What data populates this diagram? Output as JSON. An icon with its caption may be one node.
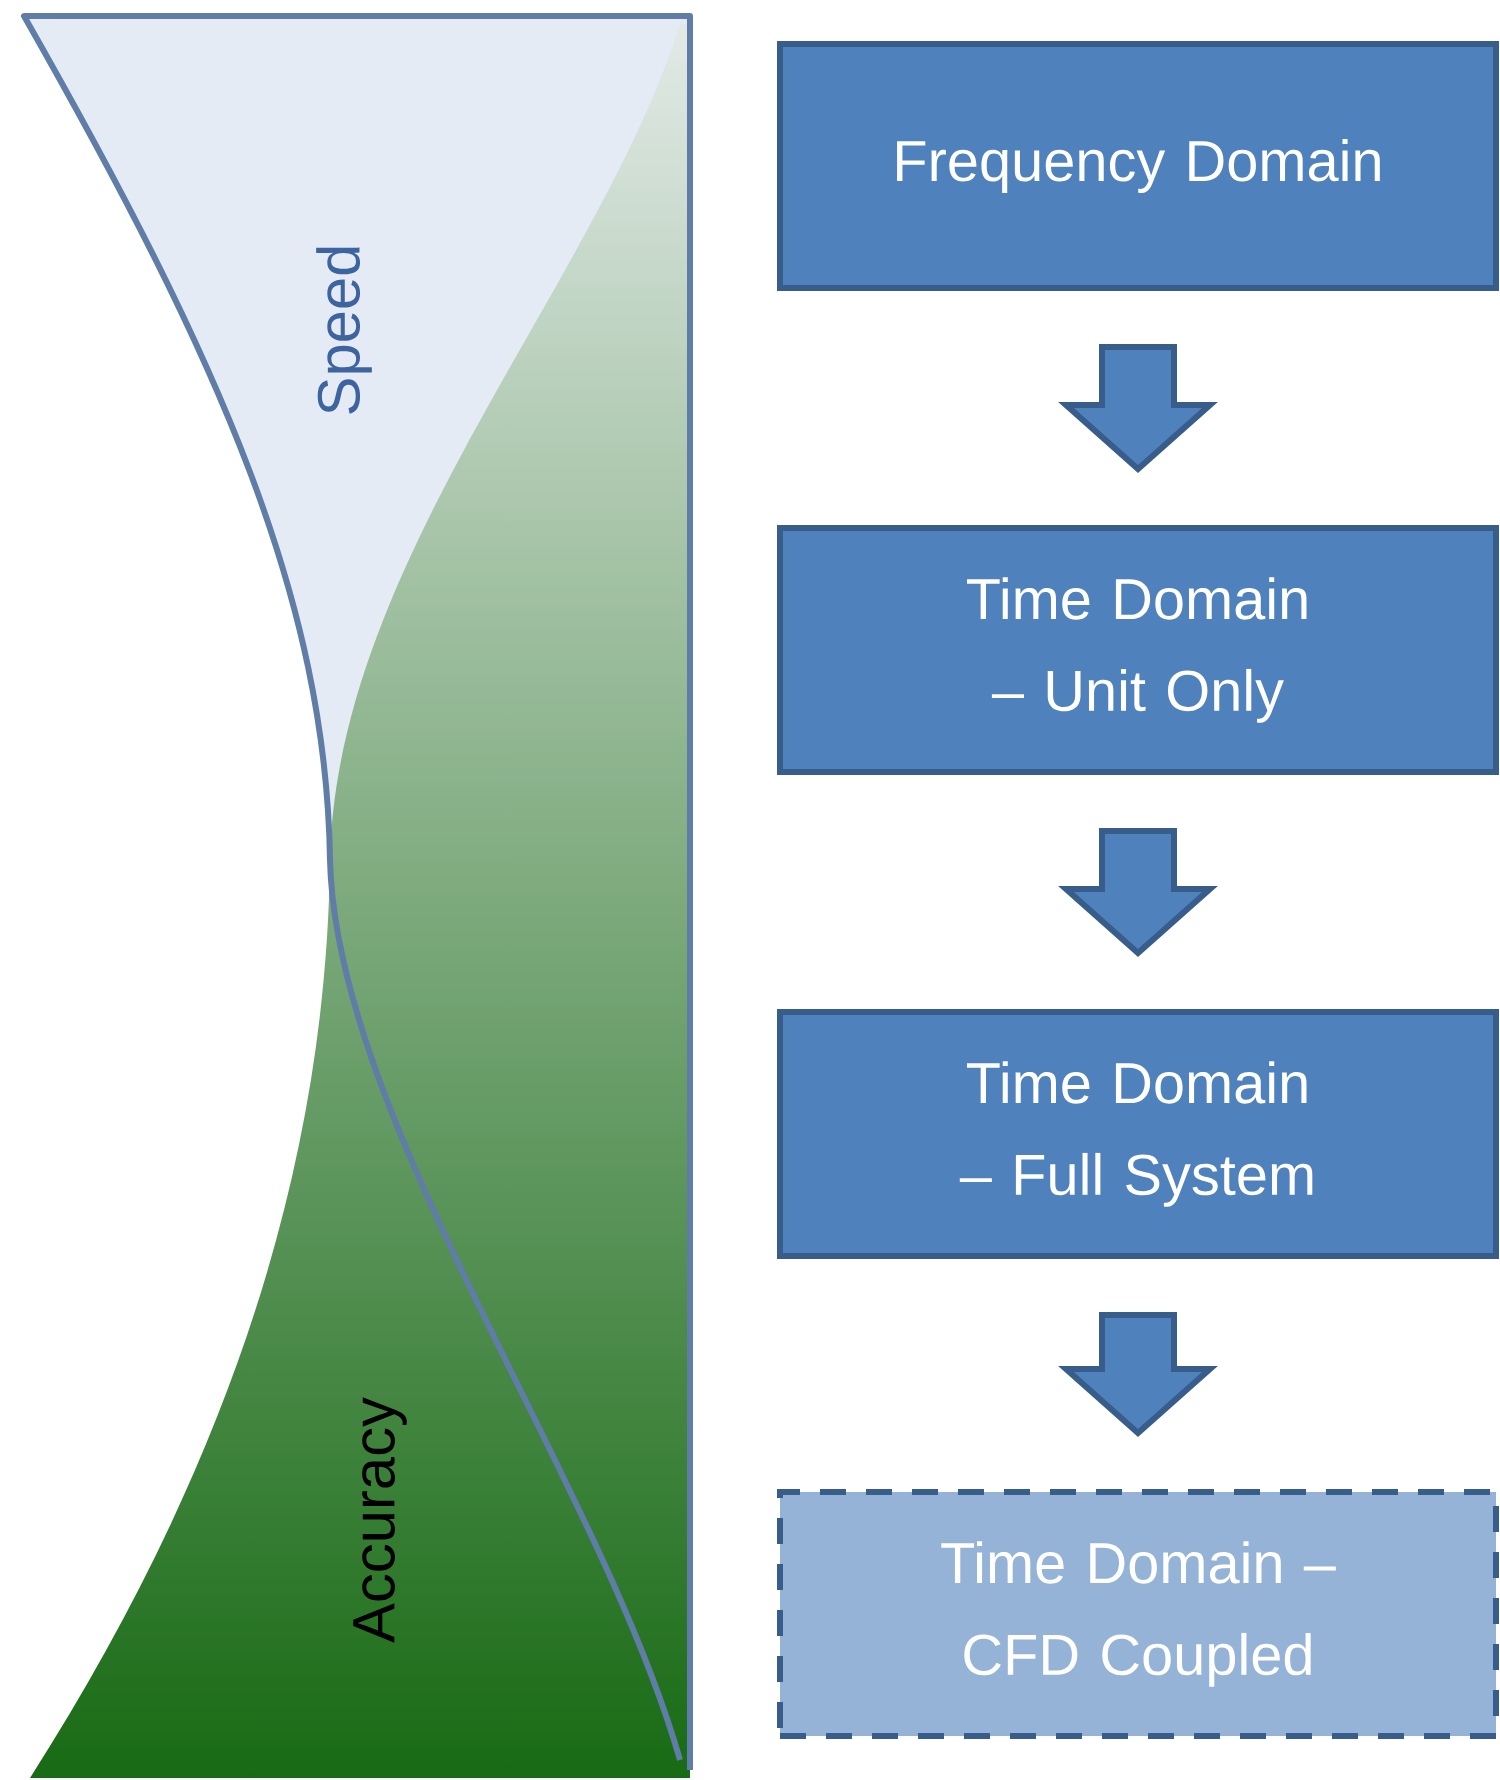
{
  "diagram": {
    "nodes": [
      {
        "text": [
          "Frequency Domain"
        ]
      },
      {
        "text": [
          "Time Domain – Unit Only"
        ]
      },
      {
        "text": [
          "Time Domain – Full System"
        ]
      },
      {
        "text": [
          "Time Domain – CFD Coupled"
        ]
      }
    ],
    "edges": [
      {
        "from": 0,
        "to": 1,
        "arrow": "to"
      },
      {
        "from": 1,
        "to": 2,
        "arrow": "to"
      },
      {
        "from": 2,
        "to": 3,
        "arrow": "to"
      }
    ],
    "labels": [
      "Speed",
      "Accuracy"
    ]
  }
}
